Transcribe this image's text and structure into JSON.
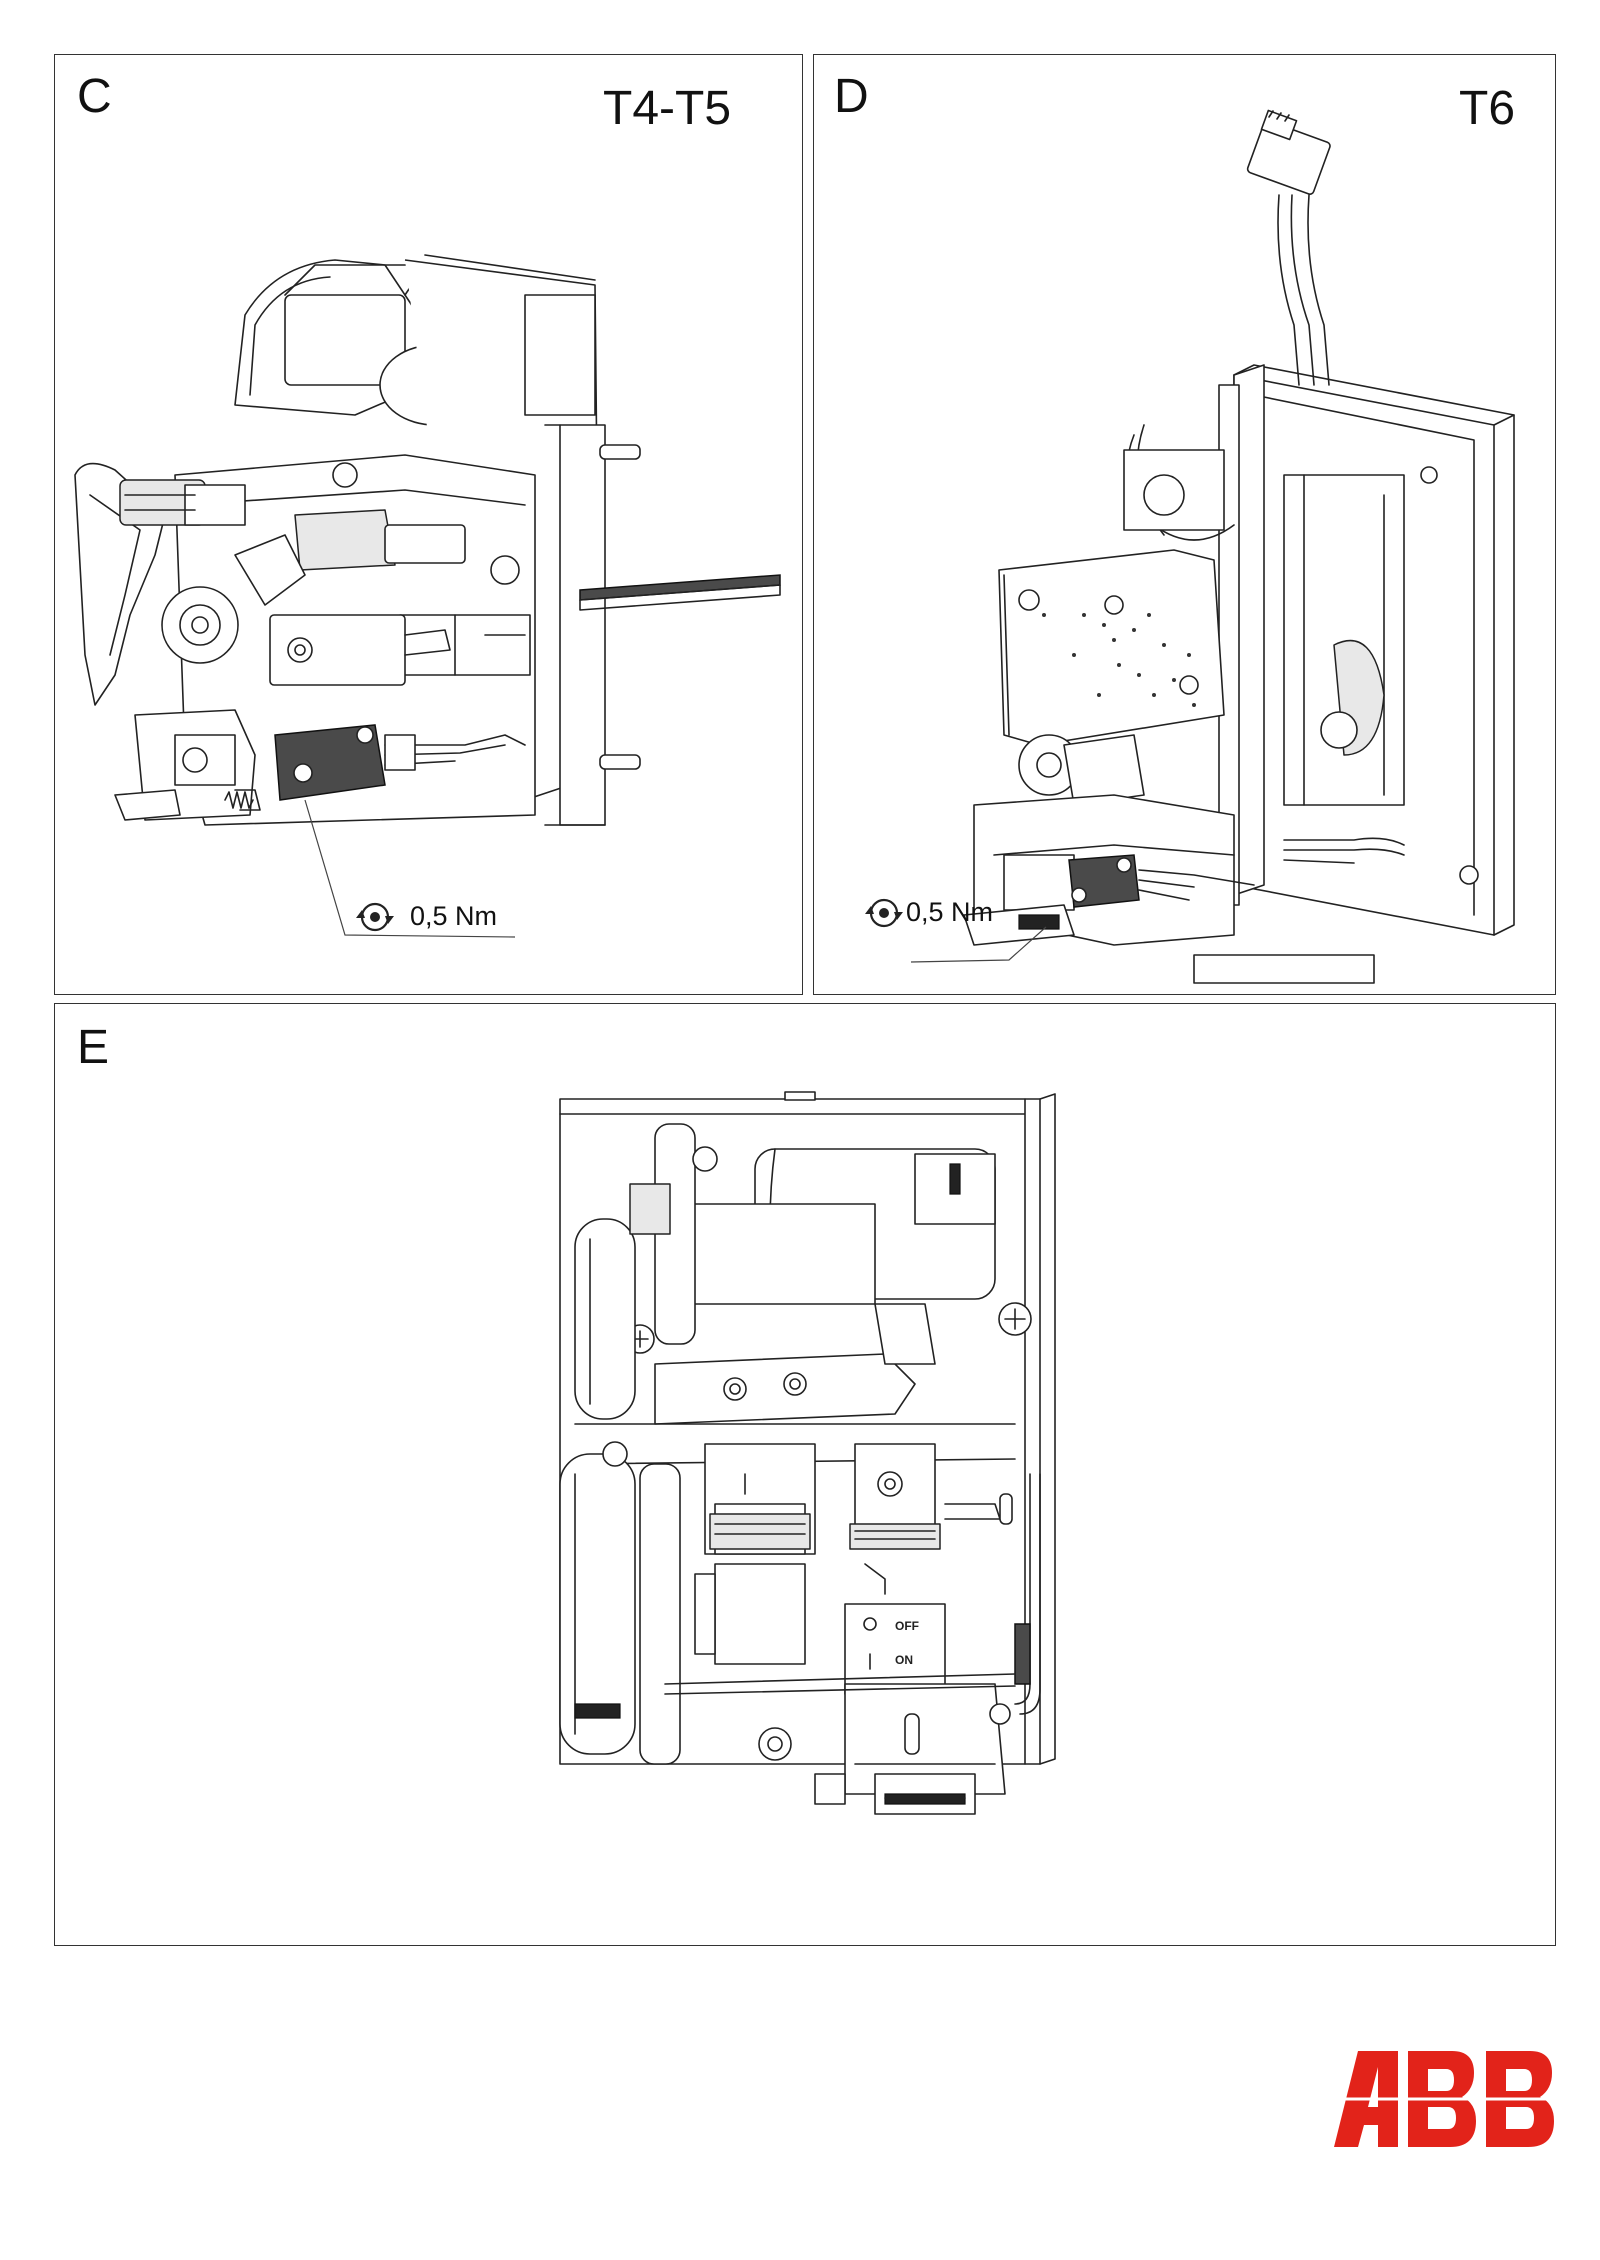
{
  "panels": {
    "c": {
      "letter": "C",
      "model": "T4-T5",
      "torque": "0,5 Nm"
    },
    "d": {
      "letter": "D",
      "model": "T6",
      "torque": "0,5 Nm"
    },
    "e": {
      "letter": "E",
      "switch_off": "OFF",
      "switch_on": "ON"
    }
  },
  "logo": {
    "text": "ABB",
    "color": "#e2231a"
  },
  "icons": {
    "torque": "tightening-torque-icon"
  }
}
